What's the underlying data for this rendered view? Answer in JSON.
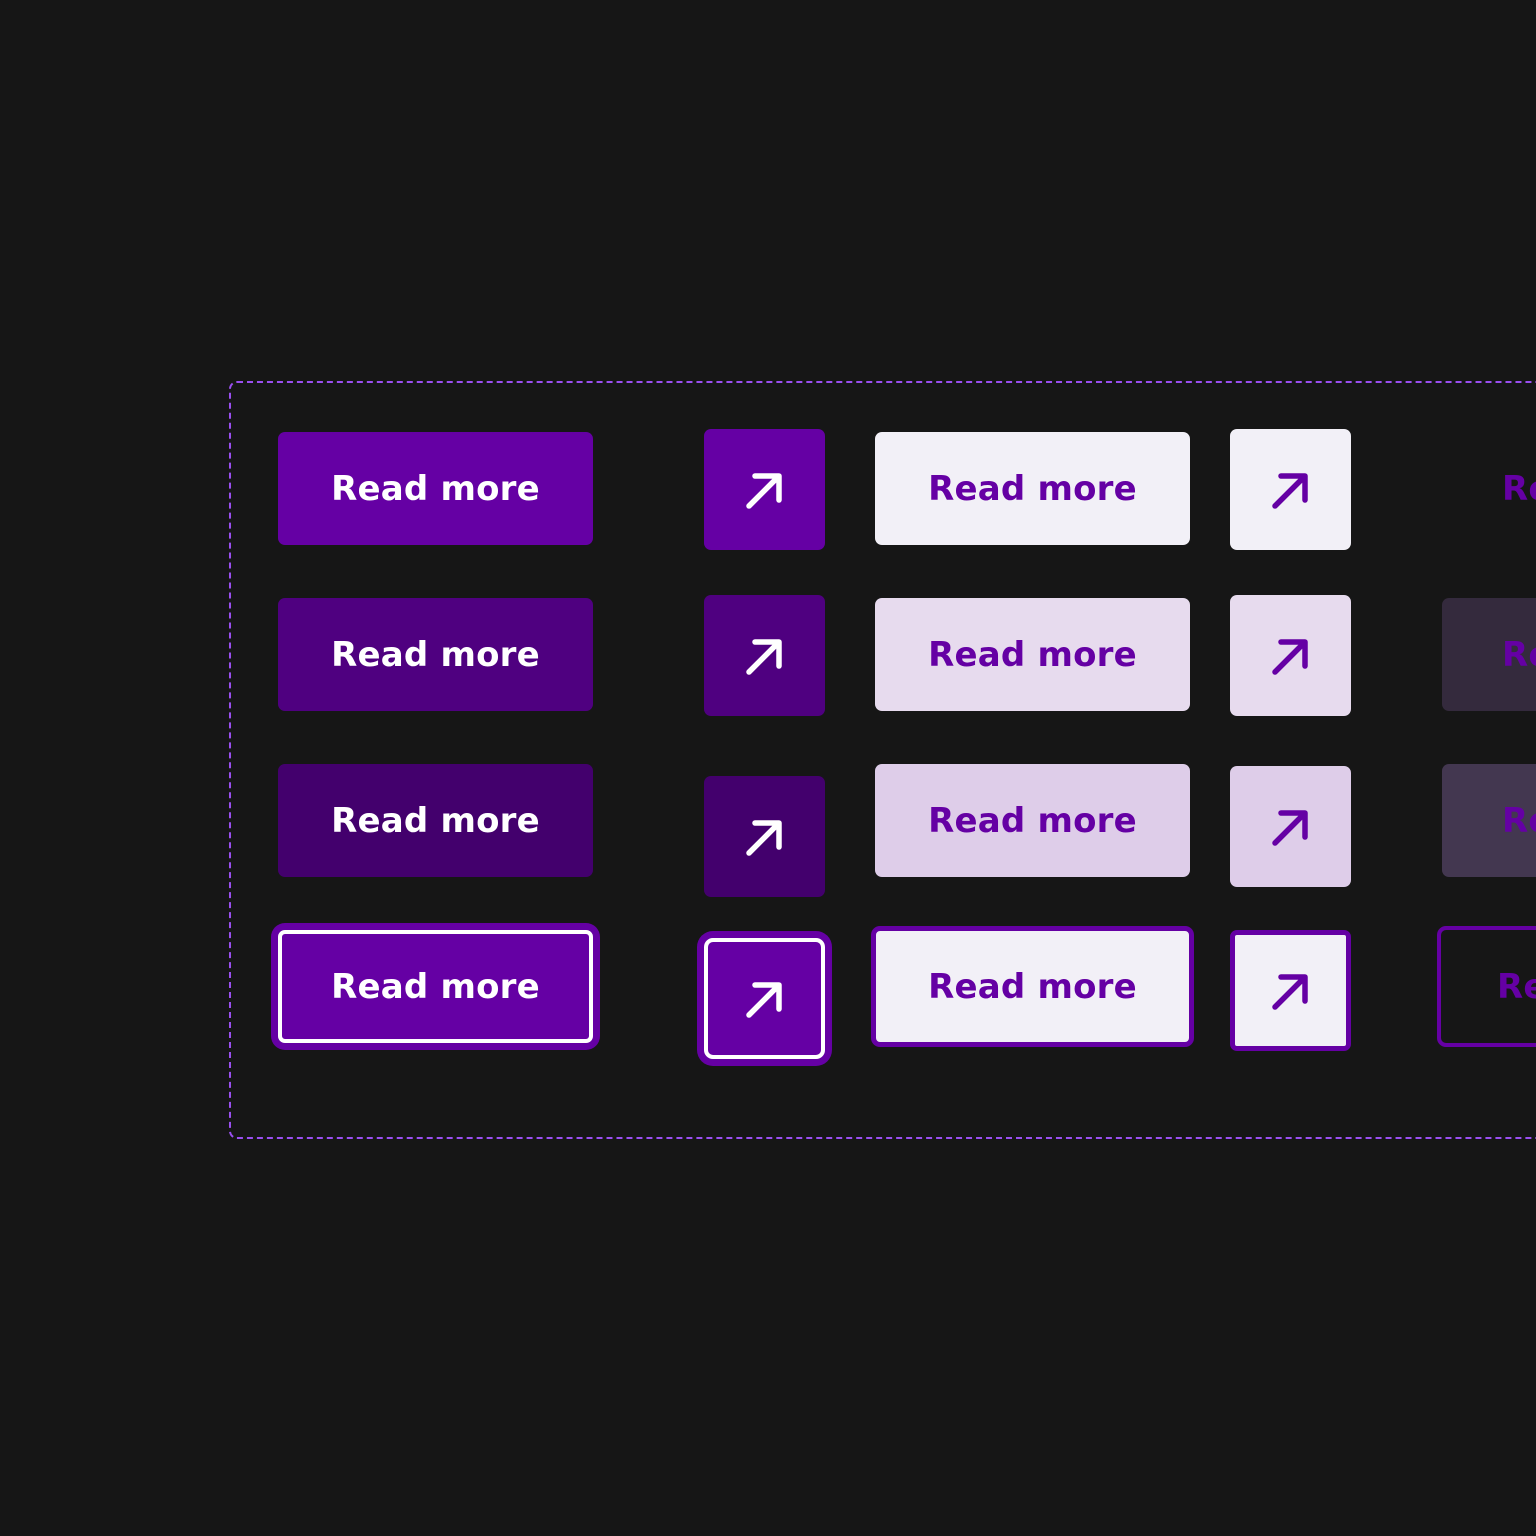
{
  "colors": {
    "background": "#161616",
    "frame_dash": "#9a4ff0",
    "primary": "#6500a4",
    "primary_hover": "#4f0080",
    "primary_active": "#43006d",
    "light": "#f2f0f7",
    "light_hover": "#e7dbee",
    "light_active": "#decde9",
    "white": "#ffffff"
  },
  "buttons": {
    "label": "Read more",
    "tertiary_label": "Re",
    "icon": "arrow-up-right-icon"
  },
  "rows": [
    {
      "state": "default"
    },
    {
      "state": "hover"
    },
    {
      "state": "active"
    },
    {
      "state": "focus"
    }
  ]
}
